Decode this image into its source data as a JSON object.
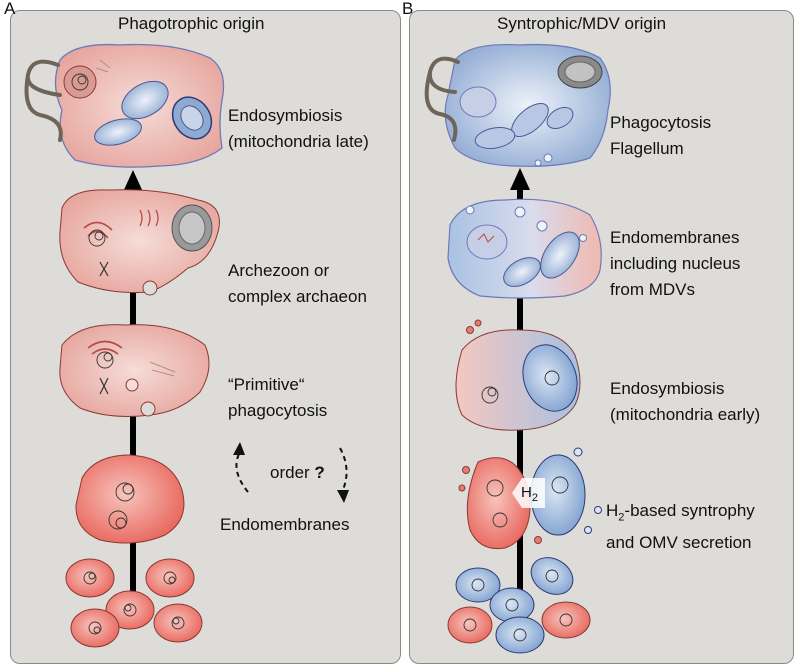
{
  "panel_a": {
    "letter": "A",
    "title": "Phagotrophic origin",
    "stages": [
      {
        "line1": "Endosymbiosis",
        "line2": "(mitochondria late)"
      },
      {
        "line1": "Archezoon or",
        "line2": "complex archaeon"
      },
      {
        "line1": "“Primitive“",
        "line2": "phagocytosis"
      }
    ],
    "order_label": "order",
    "order_mark": "?",
    "endomembranes": "Endomembranes"
  },
  "panel_b": {
    "letter": "B",
    "title": "Syntrophic/MDV origin",
    "stages": [
      {
        "line1": "Phagocytosis",
        "line2": "Flagellum"
      },
      {
        "line1": "Endomembranes",
        "line2": "including nucleus",
        "line3": "from MDVs"
      },
      {
        "line1": "Endosymbiosis",
        "line2": "(mitochondria early)"
      }
    ],
    "h2_main": "H",
    "h2_sub": "2",
    "syntrophy_line1_prefix": "H",
    "syntrophy_line1_sub": "2",
    "syntrophy_line1_rest": "-based syntrophy",
    "syntrophy_line2": "and OMV secretion"
  },
  "colors": {
    "panel_bg": "#dedcd8",
    "archaeal_red": "#ea7b72",
    "host_pink": "#f2c9c4",
    "bacterial_blue": "#9fbde0",
    "membrane_purple": "#6d79b8"
  }
}
